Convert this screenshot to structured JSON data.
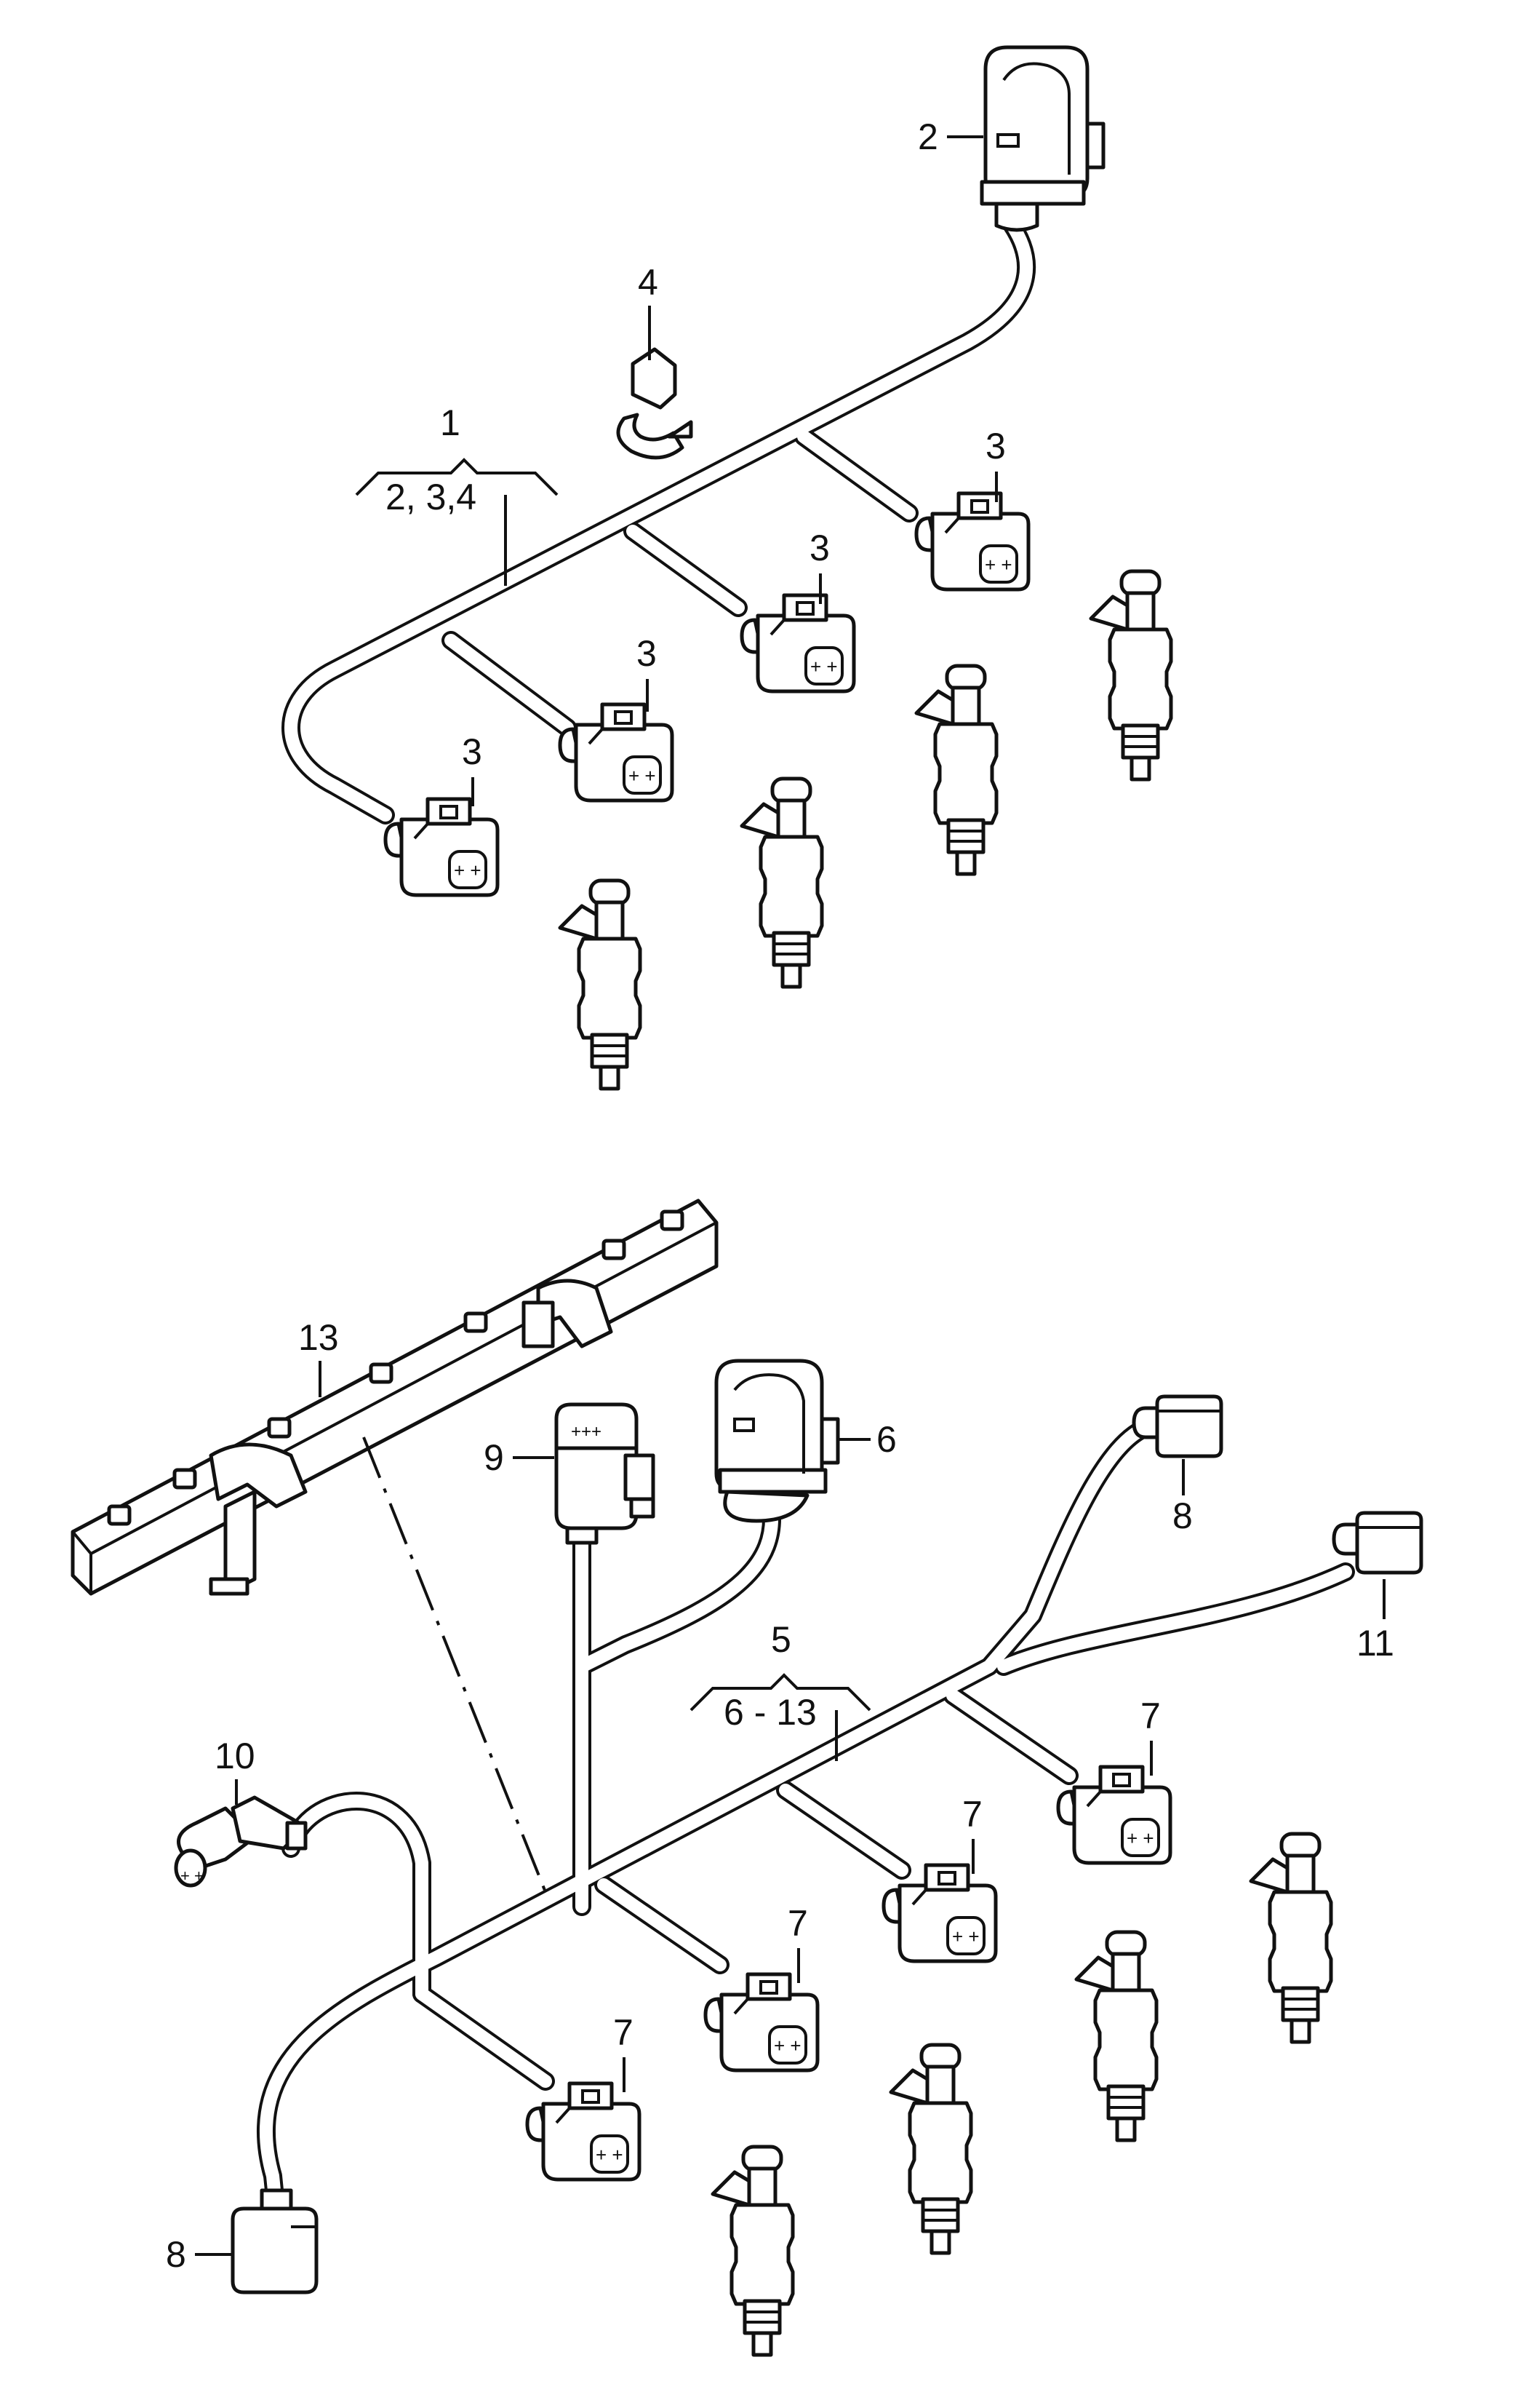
{
  "callouts": {
    "top_assembly": "1",
    "top_assembly_contents": "2, 3,4",
    "top_connector_big": "2",
    "injector_connector_a": "3",
    "injector_connector_b": "3",
    "injector_connector_c": "3",
    "injector_connector_d": "3",
    "clip": "4",
    "bottom_assembly": "5",
    "bottom_assembly_contents": "6 - 13",
    "bottom_connector_big": "6",
    "injector_connector_e": "7",
    "injector_connector_f": "7",
    "injector_connector_g": "7",
    "injector_connector_h": "7",
    "sensor_connector_upper": "8",
    "sensor_connector_lower": "8",
    "plug_9": "9",
    "sensor_10": "10",
    "connector_11": "11",
    "cable_duct": "13"
  }
}
